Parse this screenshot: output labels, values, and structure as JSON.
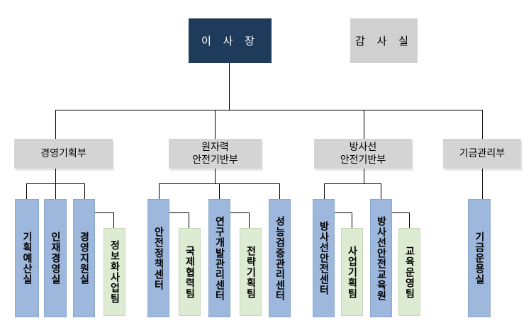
{
  "ceo": {
    "label": "이 사 장"
  },
  "audit": {
    "label": "감 사 실"
  },
  "departments": [
    {
      "label": "경영기획부"
    },
    {
      "label": "원자력\n안전기반부"
    },
    {
      "label": "방사선\n안전기반부"
    },
    {
      "label": "기금관리부"
    }
  ],
  "units": {
    "d1": [
      "기획예산실",
      "인재경영실",
      "경영지원실",
      "정보화사업팀"
    ],
    "d2": [
      "안전정책센터",
      "국제협력팀",
      "연구개발관리센터",
      "전략기획팀",
      "성능검증관리센터"
    ],
    "d3": [
      "방사선안전센터",
      "사업기획팀",
      "방사선안전교육원",
      "교육운영팀"
    ],
    "d4": [
      "기금운용실"
    ]
  },
  "colors": {
    "ceo": "#1f3b5c",
    "department": "#d4d4d4",
    "unit_primary": "#9db8dc",
    "unit_team": "#deebd3"
  }
}
